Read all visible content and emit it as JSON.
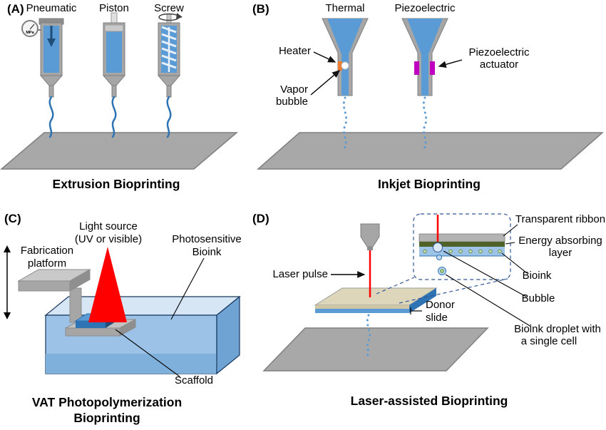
{
  "colors": {
    "bioink_blue": "#5b9bd5",
    "deep_blue": "#2e74b5",
    "platform_gray": "#a8a8a8",
    "barrel_gray": "#a6a6a6",
    "laser_red": "#ff0000",
    "heater_orange": "#ed7d31",
    "piezo_magenta": "#c000c0",
    "ribbon_tan": "#ded6ba",
    "energy_layer_green": "#4f6228",
    "cell_green": "#a9d18e"
  },
  "panel_a": {
    "tag": "(A)",
    "labels": {
      "pneumatic": "Pneumatic",
      "piston": "Piston",
      "screw": "Screw",
      "gauge": "MPa"
    },
    "title": "Extrusion Bioprinting"
  },
  "panel_b": {
    "tag": "(B)",
    "labels": {
      "thermal": "Thermal",
      "piezoelectric": "Piezoelectric",
      "heater": "Heater",
      "vapor_line1": "Vapor",
      "vapor_line2": "bubble",
      "actuator_line1": "Piezoelectric",
      "actuator_line2": "actuator"
    },
    "title": "Inkjet Bioprinting"
  },
  "panel_c": {
    "tag": "(C)",
    "labels": {
      "light_line1": "Light source",
      "light_line2": "(UV or visible)",
      "photo_line1": "Photosensitive",
      "photo_line2": "Bioink",
      "fab_line1": "Fabrication",
      "fab_line2": "platform",
      "scaffold": "Scaffold"
    },
    "title_line1": "VAT Photopolymerization",
    "title_line2": "Bioprinting"
  },
  "panel_d": {
    "tag": "(D)",
    "labels": {
      "laser_pulse": "Laser pulse",
      "donor_line1": "Donor",
      "donor_line2": "slide",
      "ribbon": "Transparent ribbon",
      "energy_line1": "Energy absorbing",
      "energy_line2": "layer",
      "bioink": "Bioink",
      "bubble": "Bubble",
      "droplet_line1": "Bioink droplet with",
      "droplet_line2": "a single cell"
    },
    "title": "Laser-assisted Bioprinting"
  }
}
